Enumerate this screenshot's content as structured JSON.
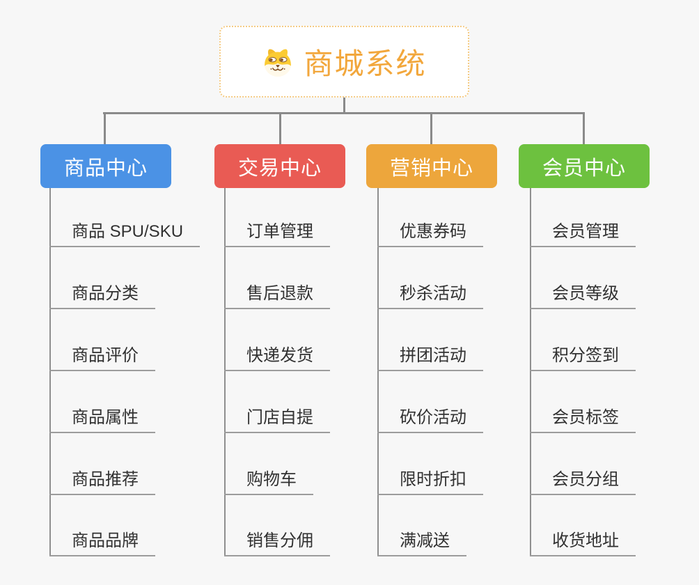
{
  "canvas": {
    "background": "#F7F7F7"
  },
  "root": {
    "title": "商城系统",
    "icon": "dog-face-icon",
    "title_color": "#F2A73C",
    "border_color": "#F5CB84",
    "background": "#FFFFFF"
  },
  "connectors": {
    "top_line_color": "#8A8A8A",
    "trunk_line_color": "#8F8F8F",
    "child_underline_color": "#9C9C9C"
  },
  "child_text_color": "#313131",
  "branches": [
    {
      "label": "商品中心",
      "color": "#4B92E5",
      "children": [
        "商品 SPU/SKU",
        "商品分类",
        "商品评价",
        "商品属性",
        "商品推荐",
        "商品品牌"
      ]
    },
    {
      "label": "交易中心",
      "color": "#E95B54",
      "children": [
        "订单管理",
        "售后退款",
        "快递发货",
        "门店自提",
        "购物车",
        "销售分佣"
      ]
    },
    {
      "label": "营销中心",
      "color": "#EDA63C",
      "children": [
        "优惠券码",
        "秒杀活动",
        "拼团活动",
        "砍价活动",
        "限时折扣",
        "满减送"
      ]
    },
    {
      "label": "会员中心",
      "color": "#6DC13F",
      "children": [
        "会员管理",
        "会员等级",
        "积分签到",
        "会员标签",
        "会员分组",
        "收货地址"
      ]
    }
  ]
}
